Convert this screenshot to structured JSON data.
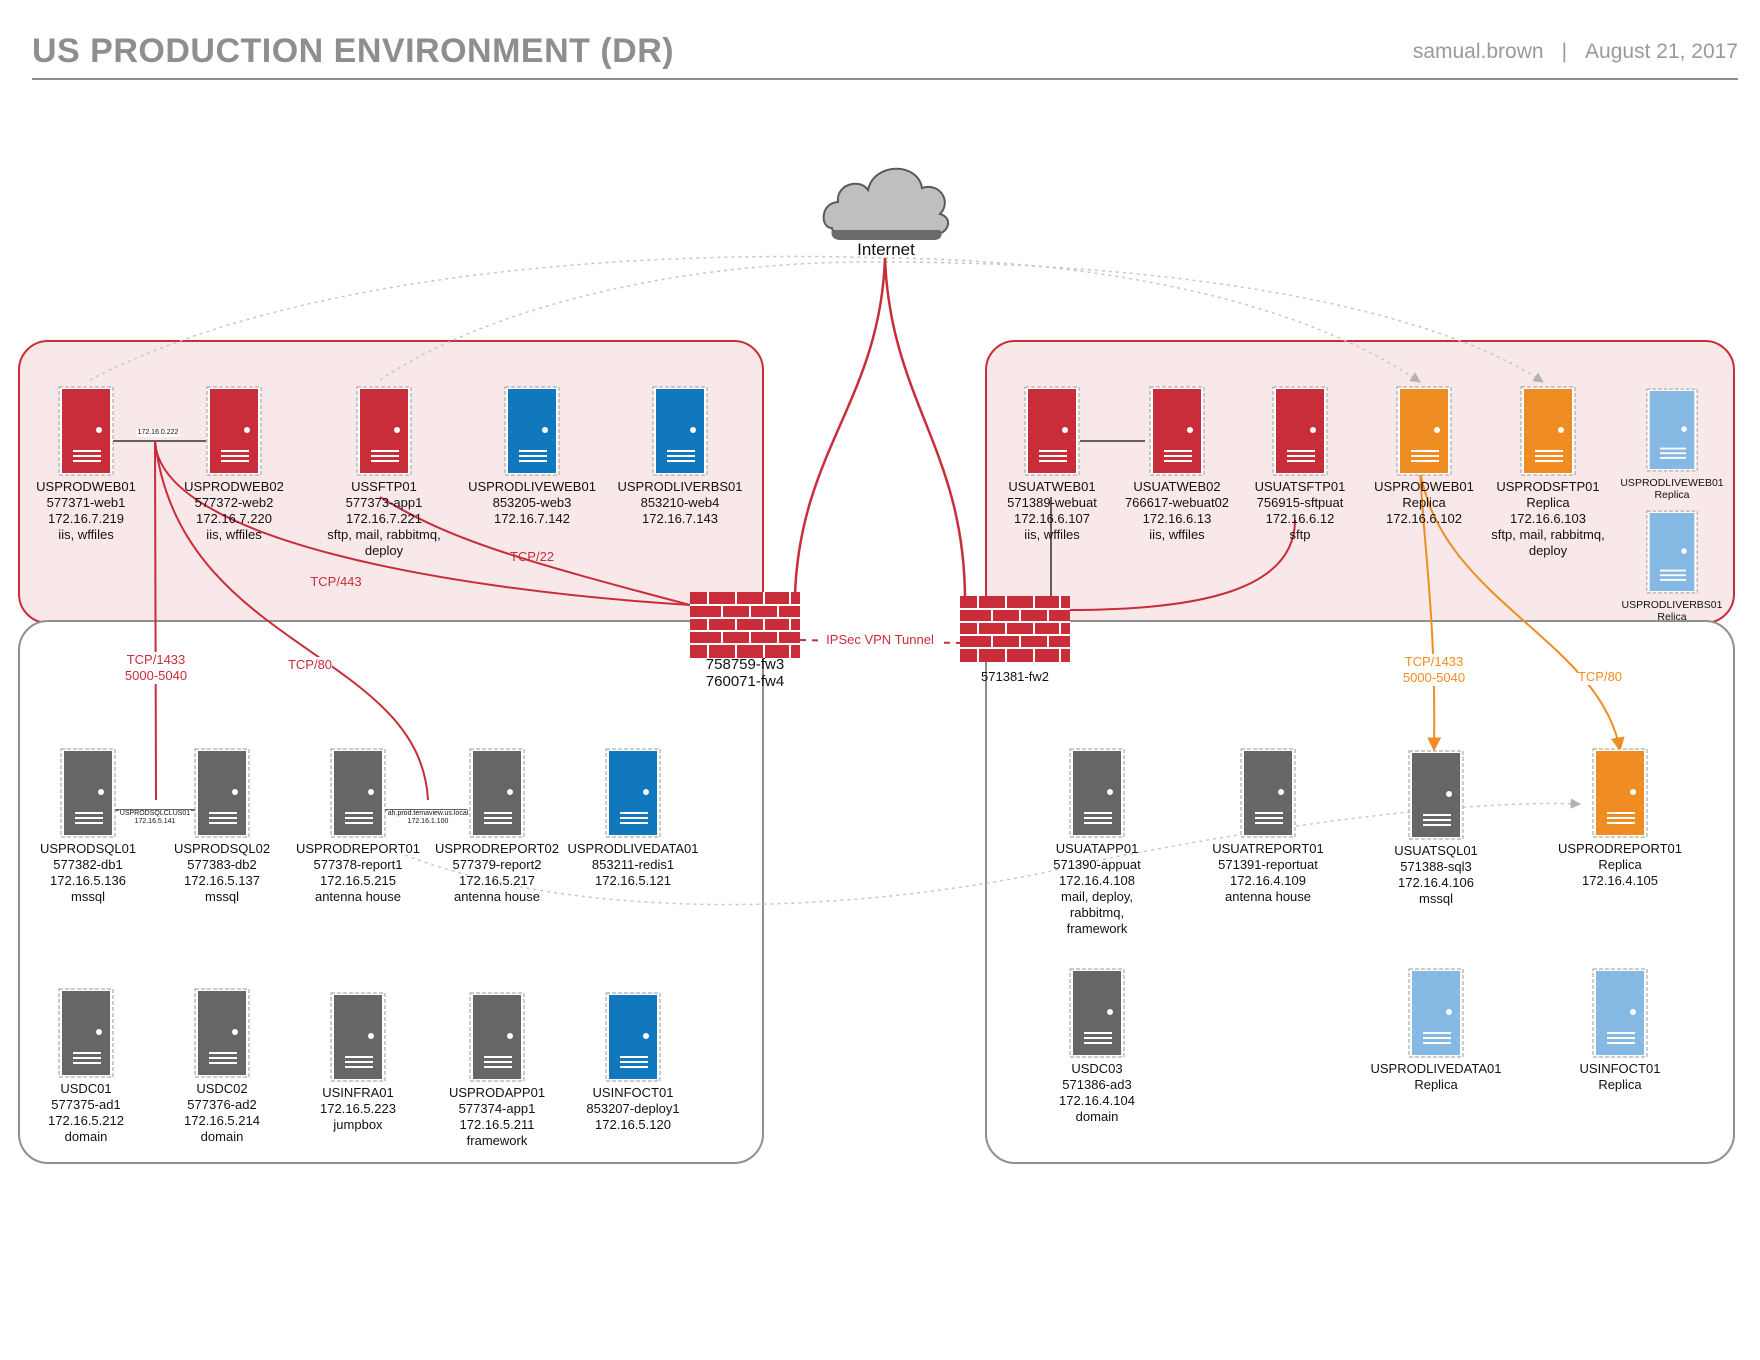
{
  "header": {
    "title": "US PRODUCTION ENVIRONMENT (DR)",
    "author": "samual.brown",
    "separator": "|",
    "date": "August 21, 2017"
  },
  "colors": {
    "red": "#c92d3a",
    "blue": "#1178bd",
    "lightblue": "#85b8e2",
    "orange": "#ef8d22",
    "gray": "#666666",
    "zone_fill": "#f8e8ea"
  },
  "internet": {
    "label": "Internet",
    "icon": "cloud-icon"
  },
  "firewalls": [
    {
      "id": "fw-left",
      "lines": [
        "758759-fw3",
        "760071-fw4"
      ],
      "icon": "firewall-icon"
    },
    {
      "id": "fw-right",
      "lines": [
        "571381-fw2"
      ],
      "icon": "firewall-icon"
    }
  ],
  "vpn_label": "IPSec VPN Tunnel",
  "servers": [
    {
      "id": "usprodweb01",
      "color": "red",
      "lines": [
        "USPRODWEB01",
        "577371-web1",
        "172.16.7.219",
        "iis, wffiles"
      ]
    },
    {
      "id": "usprodweb02",
      "color": "red",
      "lines": [
        "USPRODWEB02",
        "577372-web2",
        "172.16.7.220",
        "iis, wffiles"
      ]
    },
    {
      "id": "ussftp01",
      "color": "red",
      "lines": [
        "USSFTP01",
        "577373-app1",
        "172.16.7.221",
        "sftp, mail, rabbitmq,",
        "deploy"
      ]
    },
    {
      "id": "usprodliveweb01",
      "color": "blue",
      "lines": [
        "USPRODLIVEWEB01",
        "853205-web3",
        "172.16.7.142"
      ]
    },
    {
      "id": "usprodliverbs01",
      "color": "blue",
      "lines": [
        "USPRODLIVERBS01",
        "853210-web4",
        "172.16.7.143"
      ]
    },
    {
      "id": "usuatweb01",
      "color": "red",
      "lines": [
        "USUATWEB01",
        "571389-webuat",
        "172.16.6.107",
        "iis, wffiles"
      ]
    },
    {
      "id": "usuatweb02",
      "color": "red",
      "lines": [
        "USUATWEB02",
        "766617-webuat02",
        "172.16.6.13",
        "iis, wffiles"
      ]
    },
    {
      "id": "usuatsftp01",
      "color": "red",
      "lines": [
        "USUATSFTP01",
        "756915-sftpuat",
        "172.16.6.12",
        "sftp"
      ]
    },
    {
      "id": "usprodweb01-replica",
      "color": "orange",
      "lines": [
        "USPRODWEB01",
        "Replica",
        "172.16.6.102"
      ]
    },
    {
      "id": "usprodsftp01-replica",
      "color": "orange",
      "lines": [
        "USPRODSFTP01",
        "Replica",
        "172.16.6.103",
        "sftp, mail, rabbitmq,",
        "deploy"
      ]
    },
    {
      "id": "usprodliveweb01-replica",
      "color": "lightblue",
      "small": true,
      "lines": [
        "USPRODLIVEWEB01",
        "Replica"
      ]
    },
    {
      "id": "usprodliverbs01-relica",
      "color": "lightblue",
      "small": true,
      "lines": [
        "USPRODLIVERBS01",
        "Relica"
      ]
    },
    {
      "id": "usprodsql01",
      "color": "gray",
      "lines": [
        "USPRODSQL01",
        "577382-db1",
        "172.16.5.136",
        "mssql"
      ]
    },
    {
      "id": "usprodsql02",
      "color": "gray",
      "lines": [
        "USPRODSQL02",
        "577383-db2",
        "172.16.5.137",
        "mssql"
      ]
    },
    {
      "id": "usprodreport01",
      "color": "gray",
      "lines": [
        "USPRODREPORT01",
        "577378-report1",
        "172.16.5.215",
        "antenna house"
      ]
    },
    {
      "id": "usprodreport02",
      "color": "gray",
      "lines": [
        "USPRODREPORT02",
        "577379-report2",
        "172.16.5.217",
        "antenna house"
      ]
    },
    {
      "id": "usprodlivedata01",
      "color": "blue",
      "lines": [
        "USPRODLIVEDATA01",
        "853211-redis1",
        "172.16.5.121"
      ]
    },
    {
      "id": "usdc01",
      "color": "gray",
      "lines": [
        "USDC01",
        "577375-ad1",
        "172.16.5.212",
        "domain"
      ]
    },
    {
      "id": "usdc02",
      "color": "gray",
      "lines": [
        "USDC02",
        "577376-ad2",
        "172.16.5.214",
        "domain"
      ]
    },
    {
      "id": "usinfra01",
      "color": "gray",
      "lines": [
        "USINFRA01",
        "172.16.5.223",
        "jumpbox"
      ]
    },
    {
      "id": "usprodapp01",
      "color": "gray",
      "lines": [
        "USPRODAPP01",
        "577374-app1",
        "172.16.5.211",
        "framework"
      ]
    },
    {
      "id": "usinfoct01",
      "color": "blue",
      "lines": [
        "USINFOCT01",
        "853207-deploy1",
        "172.16.5.120"
      ]
    },
    {
      "id": "usuatapp01",
      "color": "gray",
      "lines": [
        "USUATAPP01",
        "571390-appuat",
        "172.16.4.108",
        "mail, deploy,",
        "rabbitmq,",
        "framework"
      ]
    },
    {
      "id": "usuatreport01",
      "color": "gray",
      "lines": [
        "USUATREPORT01",
        "571391-reportuat",
        "172.16.4.109",
        "antenna house"
      ]
    },
    {
      "id": "usuatsql01",
      "color": "gray",
      "lines": [
        "USUATSQL01",
        "571388-sql3",
        "172.16.4.106",
        "mssql"
      ]
    },
    {
      "id": "usprodreport01-replica",
      "color": "orange",
      "lines": [
        "USPRODREPORT01",
        "Replica",
        "172.16.4.105"
      ]
    },
    {
      "id": "usdc03",
      "color": "gray",
      "lines": [
        "USDC03",
        "571386-ad3",
        "172.16.4.104",
        "domain"
      ]
    },
    {
      "id": "usprodlivedata01-replica",
      "color": "lightblue",
      "lines": [
        "USPRODLIVEDATA01",
        "Replica"
      ]
    },
    {
      "id": "usinfoct01-replica",
      "color": "lightblue",
      "lines": [
        "USINFOCT01",
        "Replica"
      ]
    }
  ],
  "connection_labels": [
    {
      "id": "web-cluster-ip",
      "text": "172.16.0.222",
      "style": "tiny"
    },
    {
      "id": "tcp443",
      "text": "TCP/443",
      "style": "red"
    },
    {
      "id": "tcp22",
      "text": "TCP/22",
      "style": "red"
    },
    {
      "id": "tcp1433-left",
      "text": "TCP/1433\n5000-5040",
      "style": "red"
    },
    {
      "id": "tcp80-left",
      "text": "TCP/80",
      "style": "red"
    },
    {
      "id": "sql-cluster",
      "text": "USPRODSQLCLUS01\n172.16.5.141",
      "style": "tiny"
    },
    {
      "id": "report-cluster",
      "text": "ah.prod.temaview.us.local\n172.16.1.100",
      "style": "tiny"
    },
    {
      "id": "tcp1433-right",
      "text": "TCP/1433\n5000-5040",
      "style": "orange"
    },
    {
      "id": "tcp80-right",
      "text": "TCP/80",
      "style": "orange"
    }
  ]
}
